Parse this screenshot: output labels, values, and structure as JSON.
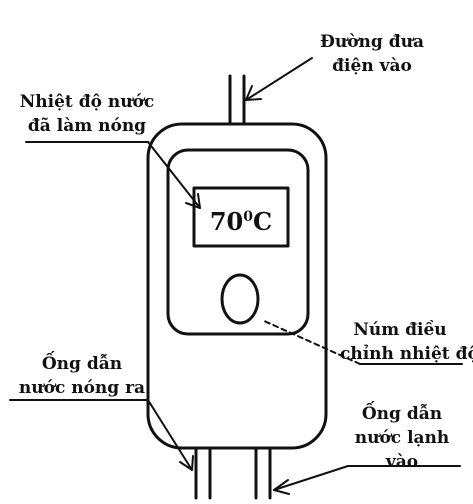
{
  "labels": {
    "power_line": [
      "Đường đưa",
      "điện vào"
    ],
    "water_temperature": [
      "Nhiệt độ nước",
      "đã làm nóng"
    ],
    "adjust_knob": [
      "Núm điều",
      "chỉnh nhiệt độ"
    ],
    "hot_water_out": [
      "Ống dẫn",
      "nước nóng ra"
    ],
    "cold_water_in": [
      "Ống dẫn",
      "nước lạnh",
      "vào"
    ]
  },
  "display": {
    "value": "70",
    "degree_sup": "0",
    "unit": "C"
  },
  "colors": {
    "stroke": "#111111",
    "background": "#ffffff"
  }
}
